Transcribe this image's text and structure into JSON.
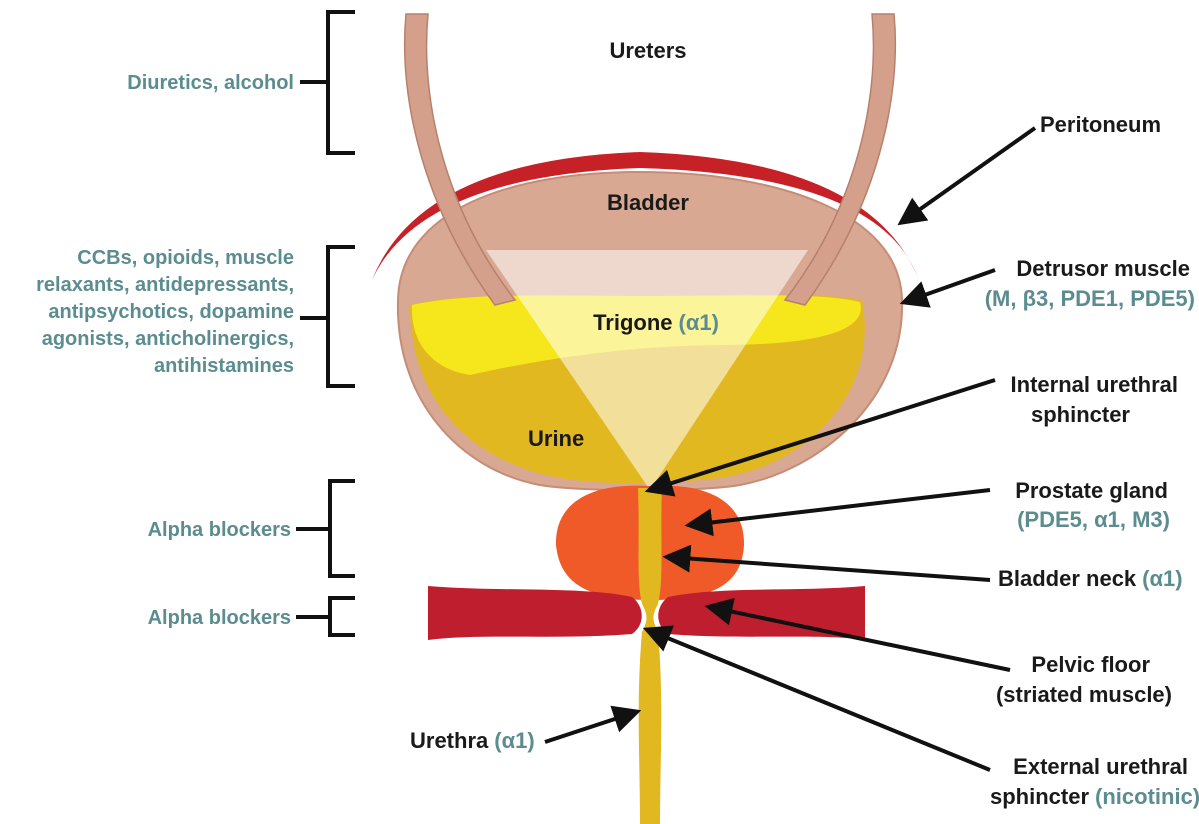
{
  "labels": {
    "ureters": "Ureters",
    "bladder": "Bladder",
    "trigone": "Trigone",
    "trigone_receptor": "(α1)",
    "urine": "Urine",
    "peritoneum": "Peritoneum",
    "detrusor": "Detrusor muscle",
    "detrusor_receptors": "(M, β3, PDE1, PDE5)",
    "internal_sphincter_line1": "Internal urethral",
    "internal_sphincter_line2": "sphincter",
    "prostate": "Prostate gland",
    "prostate_receptors": "(PDE5, α1, M3)",
    "bladder_neck": "Bladder neck",
    "bladder_neck_receptor": "(α1)",
    "pelvic_floor_line1": "Pelvic floor",
    "pelvic_floor_line2": "(striated muscle)",
    "urethra": "Urethra",
    "urethra_receptor": "(α1)",
    "external_sphincter_line1": "External urethral",
    "external_sphincter_line2": "sphincter",
    "external_sphincter_receptor": "(nicotinic)"
  },
  "drugs": {
    "ureters_group": "Diuretics, alcohol",
    "bladder_group": [
      "CCBs, opioids, muscle",
      "relaxants, antidepressants,",
      "antipsychotics, dopamine",
      "agonists, anticholinergics,",
      "antihistamines"
    ],
    "prostate_group": "Alpha blockers",
    "pelvic_group": "Alpha blockers"
  },
  "colors": {
    "ureter": "#d4a08c",
    "bladder_wall": "#d9a893",
    "peritoneum": "#c62127",
    "urine_light": "#f6e61c",
    "urine_dark": "#e2b820",
    "prostate": "#ef5a28",
    "pelvic_muscle": "#be1e2d",
    "urethra": "#e2b820",
    "drug_text": "#5b8c8f"
  }
}
